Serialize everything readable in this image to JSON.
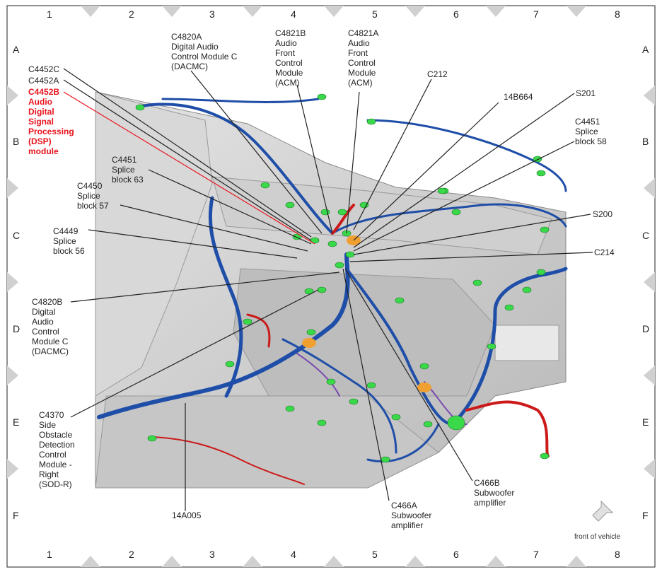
{
  "grid": {
    "columns": [
      "1",
      "2",
      "3",
      "4",
      "5",
      "6",
      "7",
      "8"
    ],
    "rows": [
      "A",
      "B",
      "C",
      "D",
      "E",
      "F"
    ]
  },
  "labels": {
    "c4820a": "C4820A\nDigital Audio\nControl Module C\n(DACMC)",
    "c4821b": "C4821B\nAudio\nFront\nControl\nModule\n(ACM)",
    "c4821a": "C4821A\nAudio\nFront\nControl\nModule\n(ACM)",
    "c212": "C212",
    "c14b664": "14B664",
    "s201": "S201",
    "c4451b": "C4451\nSplice\nblock 58",
    "c4452c": "C4452C",
    "c4452a": "C4452A",
    "c4452b": "C4452B\nAudio\nDigital\nSignal\nProcessing\n(DSP)\nmodule",
    "c4451a": "C4451\nSplice\nblock 63",
    "c4450": "C4450\nSplice\nblock 57",
    "c4449": "C4449\nSplice\nblock 56",
    "s200": "S200",
    "c214": "C214",
    "c4820b": "C4820B\nDigital\nAudio\nControl\nModule C\n(DACMC)",
    "c4370": "C4370\nSide\nObstacle\nDetection\nControl\nModule -\nRight\n(SOD-R)",
    "c14a005": "14A005",
    "c466a": "C466A\nSubwoofer\namplifier",
    "c466b": "C466B\nSubwoofer\namplifier"
  },
  "front_of_vehicle": "front of vehicle",
  "colors": {
    "harness_blue": "#1f4ea8",
    "connector_green": "#39d94a",
    "highlight_red": "#e8141e",
    "body_gray": "#c9c9c9",
    "diamond_gray": "#d0d0d0"
  }
}
